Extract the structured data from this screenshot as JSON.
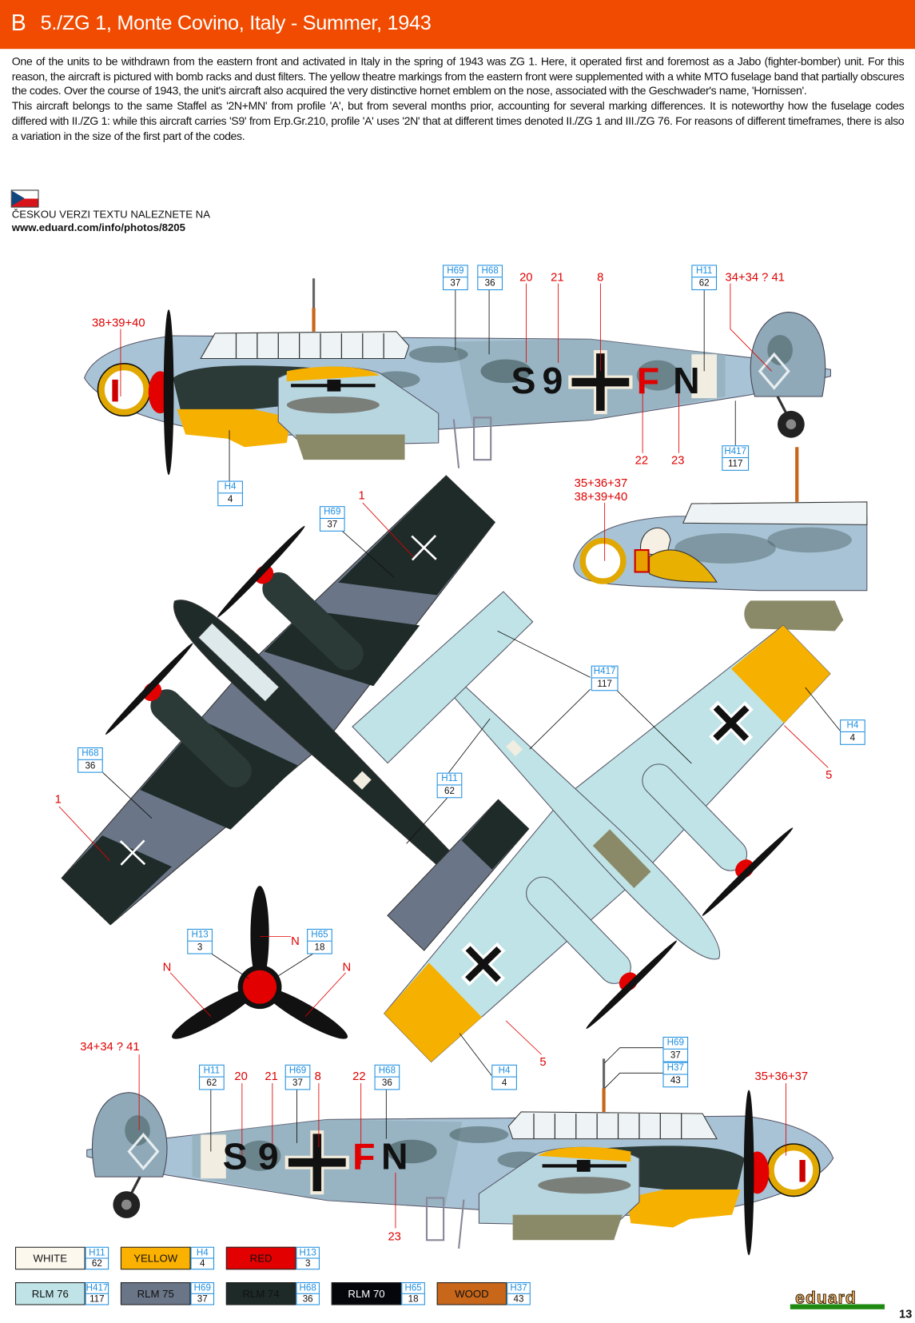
{
  "header": {
    "letter": "B",
    "title": "5./ZG 1, Monte Covino, Italy - Summer, 1943"
  },
  "description": {
    "p1": "One of the units to be withdrawn from the eastern front and activated in Italy in the spring of 1943 was ZG 1. Here, it operated first and foremost as a Jabo (fighter-bomber) unit. For this reason, the aircraft is pictured with bomb racks and dust filters. The yellow theatre markings from the eastern front were supplemented with a white MTO fuselage band that partially obscures the codes. Over the course of 1943, the unit's aircraft also acquired the very distinctive hornet emblem on the nose, associated with the Geschwader's name, 'Hornissen'.",
    "p2": "This aircraft belongs to the same Staffel as '2N+MN' from profile 'A', but from several months prior, accounting for several marking differences. It is noteworthy how the fuselage codes differed with II./ZG 1: while this aircraft carries 'S9' from Erp.Gr.210, profile 'A' uses '2N' that at different times denoted II./ZG 1 and III./ZG 76. For reasons of different timeframes, there is also a variation in the size of the first part of the codes."
  },
  "czech_note": {
    "label": "ČESKOU VERZI TEXTU NALEZNETE NA",
    "url": "www.eduard.com/info/photos/8205"
  },
  "aircraft_codes": {
    "c1": "S",
    "c2": "9",
    "c3": "F",
    "c4": "N"
  },
  "paint_callouts": {
    "top_h69": {
      "code": "H69",
      "num": "37"
    },
    "top_h68": {
      "code": "H68",
      "num": "36"
    },
    "top_h11": {
      "code": "H11",
      "num": "62"
    },
    "top_h417": {
      "code": "H417",
      "num": "117"
    },
    "top_h4": {
      "code": "H4",
      "num": "4"
    },
    "upper_h69": {
      "code": "H69",
      "num": "37"
    },
    "upper_h68": {
      "code": "H68",
      "num": "36"
    },
    "upper_h11": {
      "code": "H11",
      "num": "62"
    },
    "lower_h417": {
      "code": "H417",
      "num": "117"
    },
    "lower_h4_a": {
      "code": "H4",
      "num": "4"
    },
    "lower_h4_b": {
      "code": "H4",
      "num": "4"
    },
    "prop_h13": {
      "code": "H13",
      "num": "3"
    },
    "prop_h65": {
      "code": "H65",
      "num": "18"
    },
    "bot_h11": {
      "code": "H11",
      "num": "62"
    },
    "bot_h69": {
      "code": "H69",
      "num": "37"
    },
    "bot_h68": {
      "code": "H68",
      "num": "36"
    },
    "bot_ant_h69": {
      "code": "H69",
      "num": "37"
    },
    "bot_ant_h37": {
      "code": "H37",
      "num": "43"
    }
  },
  "decal_callouts": {
    "top_nose": "38+39+40",
    "top_20": "20",
    "top_21": "21",
    "top_8": "8",
    "top_tail": "34+34 ? 41",
    "top_22": "22",
    "top_23": "23",
    "detail_a": "35+36+37",
    "detail_b": "38+39+40",
    "upper_1a": "1",
    "upper_1b": "1",
    "lower_5a": "5",
    "lower_5b": "5",
    "prop_n1": "N",
    "prop_n2": "N",
    "prop_n3": "N",
    "bot_tail": "34+34 ? 41",
    "bot_20": "20",
    "bot_21": "21",
    "bot_8": "8",
    "bot_22": "22",
    "bot_23": "23",
    "bot_nose": "35+36+37"
  },
  "legend": [
    {
      "name": "WHITE",
      "code": "H11",
      "num": "62",
      "color": "#fdf8ee",
      "text": "#111"
    },
    {
      "name": "YELLOW",
      "code": "H4",
      "num": "4",
      "color": "#fbb100",
      "text": "#111"
    },
    {
      "name": "RED",
      "code": "H13",
      "num": "3",
      "color": "#e30000",
      "text": "#111"
    },
    {
      "name": "RLM 76",
      "code": "H417",
      "num": "117",
      "color": "#bfe3e6",
      "text": "#111"
    },
    {
      "name": "RLM 75",
      "code": "H69",
      "num": "37",
      "color": "#6a7587",
      "text": "#111"
    },
    {
      "name": "RLM 74",
      "code": "H68",
      "num": "36",
      "color": "#1d2a27",
      "text": "#111"
    },
    {
      "name": "RLM 70",
      "code": "H65",
      "num": "18",
      "color": "#05060c",
      "text": "#fff"
    },
    {
      "name": "WOOD",
      "code": "H37",
      "num": "43",
      "color": "#c8661a",
      "text": "#111"
    }
  ],
  "brand": "eduard",
  "page_number": "13"
}
